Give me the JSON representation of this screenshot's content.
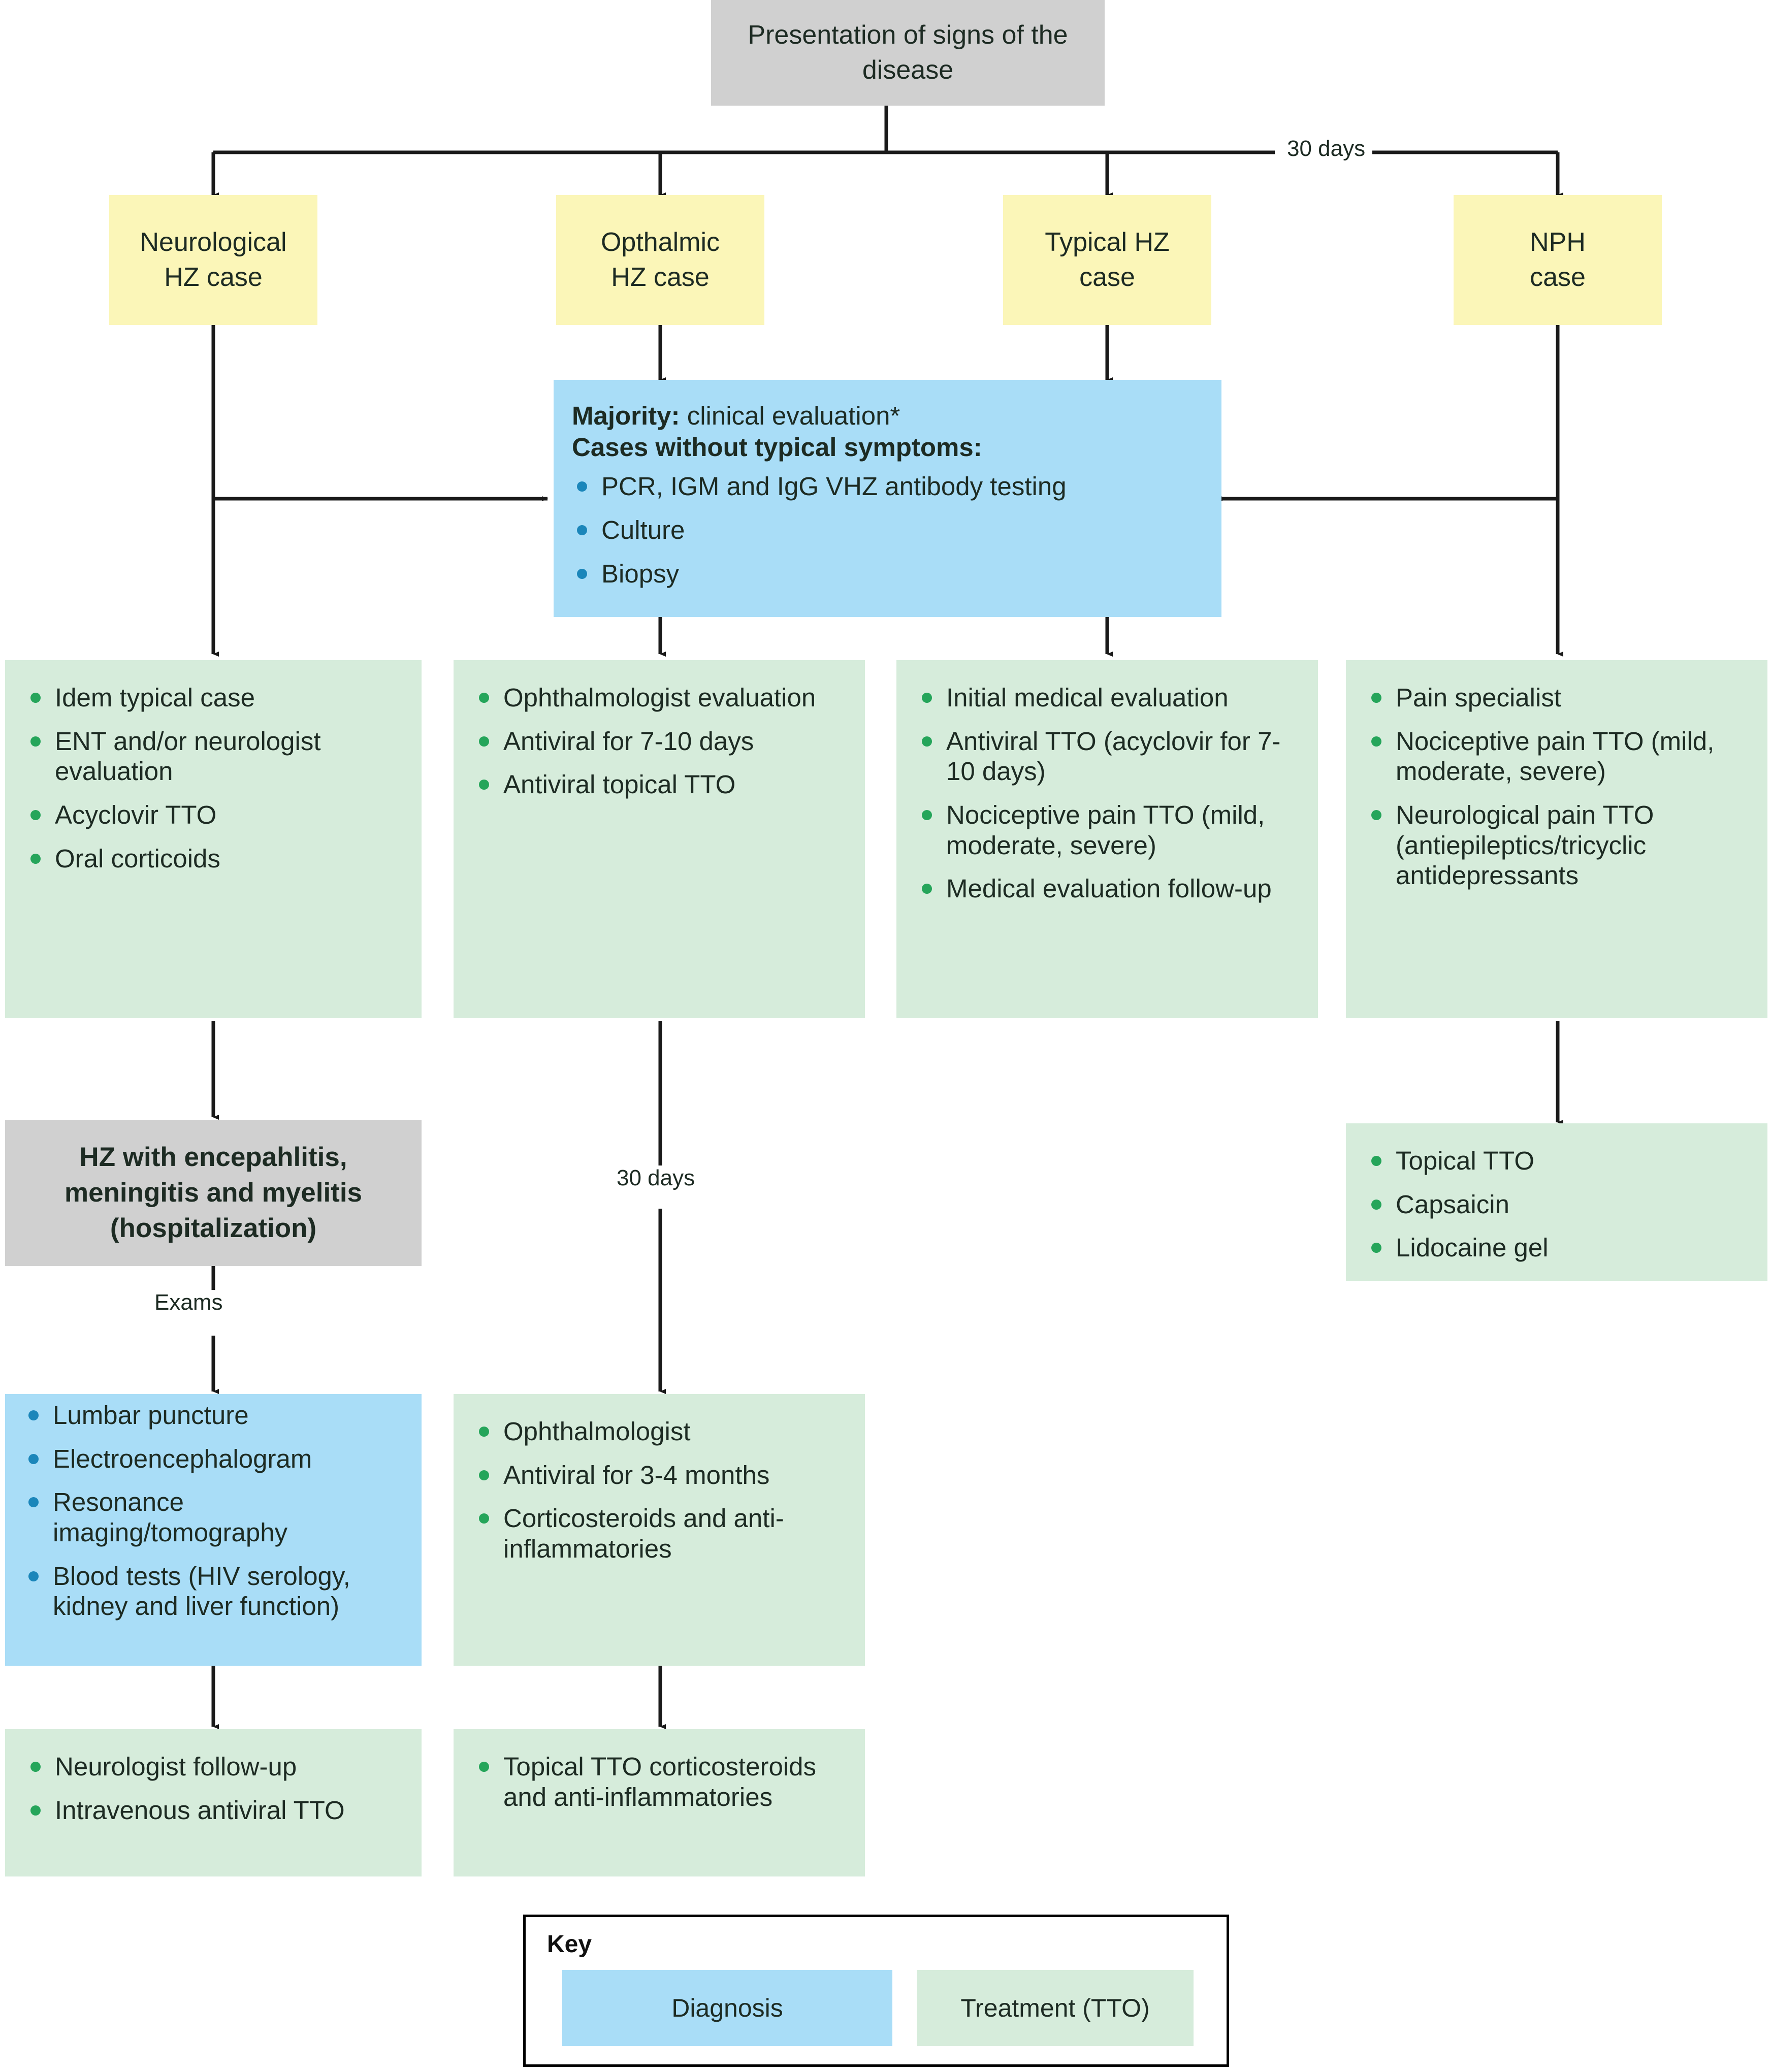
{
  "diagram": {
    "title_box": {
      "label": "Presentation of signs of the disease"
    },
    "branches": [
      {
        "id": "neurological",
        "label": "Neurological\nHZ case"
      },
      {
        "id": "opthalmic",
        "label": "Opthalmic\nHZ case"
      },
      {
        "id": "typical",
        "label": "Typical HZ\ncase"
      },
      {
        "id": "nph",
        "label": "NPH\ncase"
      }
    ],
    "edge_labels": {
      "top_30_days": "30 days",
      "ophthalmic_30_days": "30 days",
      "exams": "Exams"
    },
    "diagnosis_box": {
      "line1_bold": "Majority:",
      "line1_rest": " clinical evaluation*",
      "line2_bold": "Cases without typical symptoms:",
      "items": [
        "PCR, IGM and IgG VHZ antibody testing",
        "Culture",
        "Biopsy"
      ]
    },
    "treatment_neurological": {
      "items": [
        "Idem typical case",
        "ENT and/or neurologist evaluation",
        "Acyclovir TTO",
        "Oral corticoids"
      ]
    },
    "treatment_opthalmic": {
      "items": [
        "Ophthalmologist evaluation",
        "Antiviral for 7-10 days",
        "Antiviral topical TTO"
      ]
    },
    "treatment_typical": {
      "items": [
        "Initial medical evaluation",
        "Antiviral TTO (acyclovir for 7-10 days)",
        "Nociceptive pain TTO (mild, moderate, severe)",
        "Medical evaluation follow-up"
      ]
    },
    "treatment_nph": {
      "items": [
        "Pain specialist",
        "Nociceptive pain TTO (mild, moderate, severe)",
        "Neurological pain TTO (antiepileptics/tricyclic antidepressants"
      ]
    },
    "hospitalization_box": {
      "label": "HZ with encepahlitis, meningitis and myelitis (hospitalization)"
    },
    "nph_topical": {
      "items": [
        "Topical TTO",
        "Capsaicin",
        "Lidocaine gel"
      ]
    },
    "exams_box": {
      "items": [
        "Lumbar puncture",
        "Electroencephalogram",
        "Resonance imaging/tomography",
        "Blood tests (HIV serology, kidney and liver function)"
      ]
    },
    "ophthalmic_followup": {
      "items": [
        "Ophthalmologist",
        "Antiviral for 3-4 months",
        "Corticosteroids and anti-inflammatories"
      ]
    },
    "neuro_final": {
      "items": [
        "Neurologist follow-up",
        "Intravenous antiviral TTO"
      ]
    },
    "ophthalmic_final": {
      "items": [
        "Topical TTO corticosteroids and anti-inflammatories"
      ]
    },
    "key": {
      "title": "Key",
      "diagnosis_label": "Diagnosis",
      "treatment_label": "Treatment (TTO)"
    },
    "colors": {
      "gray": "#d0d0d0",
      "yellow": "#fbf6b8",
      "blue": "#a9ddf7",
      "green": "#d6ecdb",
      "blue_bullet": "#1b86ba",
      "green_bullet": "#25a55a",
      "line": "#1a1a1a"
    }
  }
}
